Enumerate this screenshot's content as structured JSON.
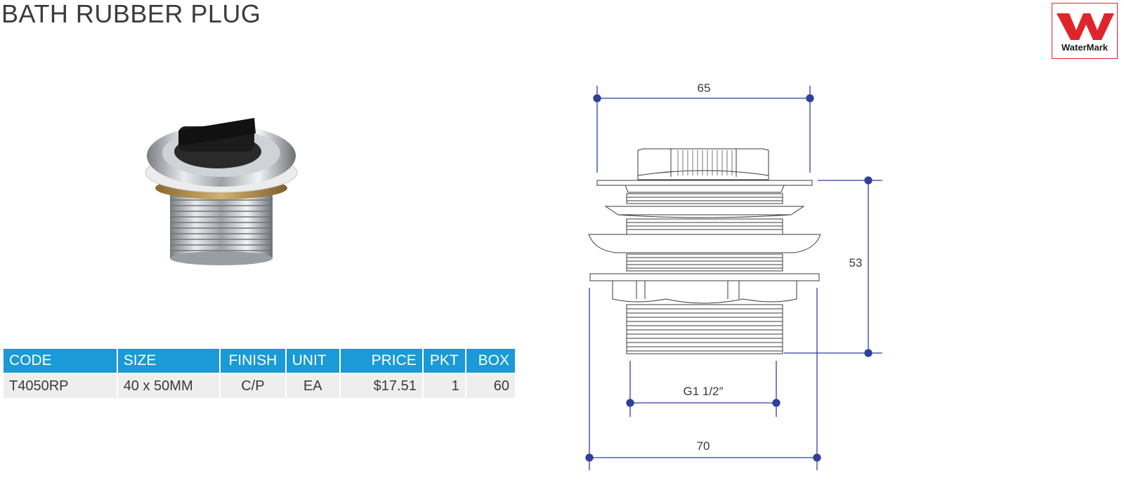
{
  "page": {
    "title": "BATH RUBBER PLUG"
  },
  "logo": {
    "text": "WaterMark",
    "colors": {
      "mark": "#e0242b",
      "text": "#1a1a1a"
    }
  },
  "table": {
    "headers": [
      "CODE",
      "SIZE",
      "FINISH",
      "UNIT",
      "PRICE",
      "PKT",
      "BOX"
    ],
    "rows": [
      [
        "T4050RP",
        "40 x 50MM",
        "C/P",
        "EA",
        "$17.51",
        "1",
        "60"
      ]
    ],
    "colors": {
      "header_bg": "#1a9ad6",
      "header_text": "#ffffff",
      "row_bg": "#eeeeee"
    }
  },
  "diagram": {
    "dim_top": "65",
    "dim_height": "53",
    "dim_thread": "G1 1/2″",
    "dim_bottom": "70",
    "colors": {
      "dimension": "#2f3f9a",
      "outline": "#3a3a3a"
    }
  }
}
